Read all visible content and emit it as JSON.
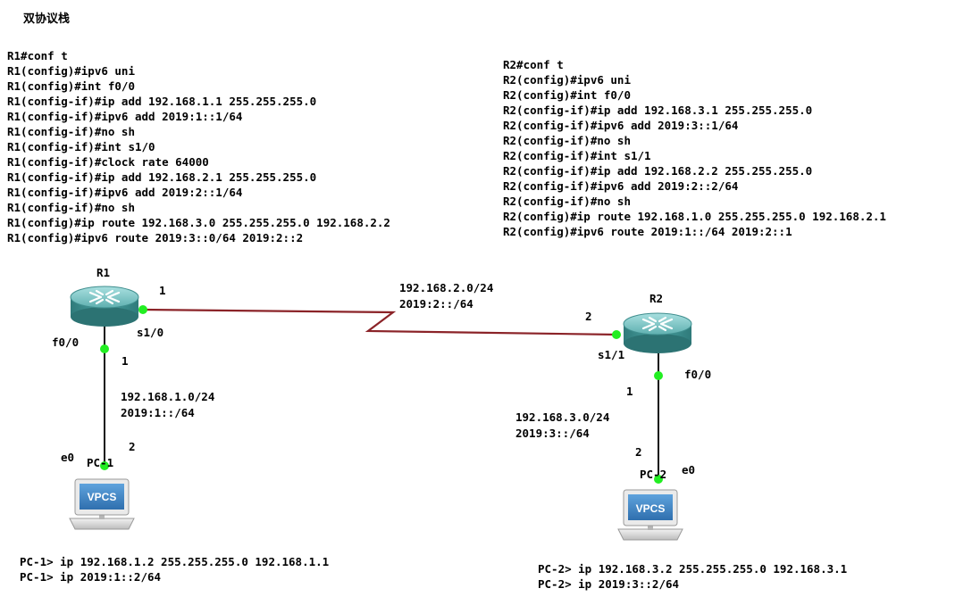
{
  "title": "双协议栈",
  "r1_commands": [
    "R1#conf t",
    "R1(config)#ipv6 uni",
    "R1(config)#int f0/0",
    "R1(config-if)#ip add 192.168.1.1 255.255.255.0",
    "R1(config-if)#ipv6 add 2019:1::1/64",
    "R1(config-if)#no sh",
    "R1(config-if)#int s1/0",
    "R1(config-if)#clock rate 64000",
    "R1(config-if)#ip add 192.168.2.1 255.255.255.0",
    "R1(config-if)#ipv6 add 2019:2::1/64",
    "R1(config-if)#no sh",
    "R1(config)#ip route 192.168.3.0 255.255.255.0 192.168.2.2",
    "R1(config)#ipv6 route 2019:3::0/64 2019:2::2"
  ],
  "r2_commands": [
    "R2#conf t",
    "R2(config)#ipv6 uni",
    "R2(config)#int f0/0",
    "R2(config-if)#ip add 192.168.3.1 255.255.255.0",
    "R2(config-if)#ipv6 add 2019:3::1/64",
    "R2(config-if)#no sh",
    "R2(config-if)#int s1/1",
    "R2(config-if)#ip add 192.168.2.2 255.255.255.0",
    "R2(config-if)#ipv6 add 2019:2::2/64",
    "R2(config-if)#no sh",
    "R2(config)#ip route 192.168.1.0 255.255.255.0 192.168.2.1",
    "R2(config)#ipv6 route 2019:1::/64 2019:2::1"
  ],
  "pc1_commands": [
    "PC-1> ip 192.168.1.2 255.255.255.0 192.168.1.1",
    "PC-1> ip 2019:1::2/64"
  ],
  "pc2_commands": [
    "PC-2> ip 192.168.3.2 255.255.255.0 192.168.3.1",
    "PC-2> ip 2019:3::2/64"
  ],
  "nodes": {
    "r1": {
      "name": "R1"
    },
    "r2": {
      "name": "R2"
    },
    "pc1": {
      "name": "PC-1",
      "icon_text": "VPCS"
    },
    "pc2": {
      "name": "PC-2",
      "icon_text": "VPCS"
    }
  },
  "links": {
    "serial": {
      "subnet_v4": "192.168.2.0/24",
      "subnet_v6": "2019:2::/64",
      "r1_interface": "s1/0",
      "r1_host": "1",
      "r2_interface": "s1/1",
      "r2_host": "2"
    },
    "lan1": {
      "subnet_v4": "192.168.1.0/24",
      "subnet_v6": "2019:1::/64",
      "r1_interface": "f0/0",
      "r1_host": "1",
      "pc_interface": "e0",
      "pc_host": "2"
    },
    "lan2": {
      "subnet_v4": "192.168.3.0/24",
      "subnet_v6": "2019:3::/64",
      "r2_interface": "f0/0",
      "r2_host": "1",
      "pc_interface": "e0",
      "pc_host": "2"
    }
  },
  "colors": {
    "serial_link": "#8b2328",
    "ethernet_link": "#111111",
    "port_up": "#22ee22",
    "router_body": "#3f9494",
    "router_top": "#8fd2d2",
    "vpcs_screen": "#3e86c5"
  }
}
